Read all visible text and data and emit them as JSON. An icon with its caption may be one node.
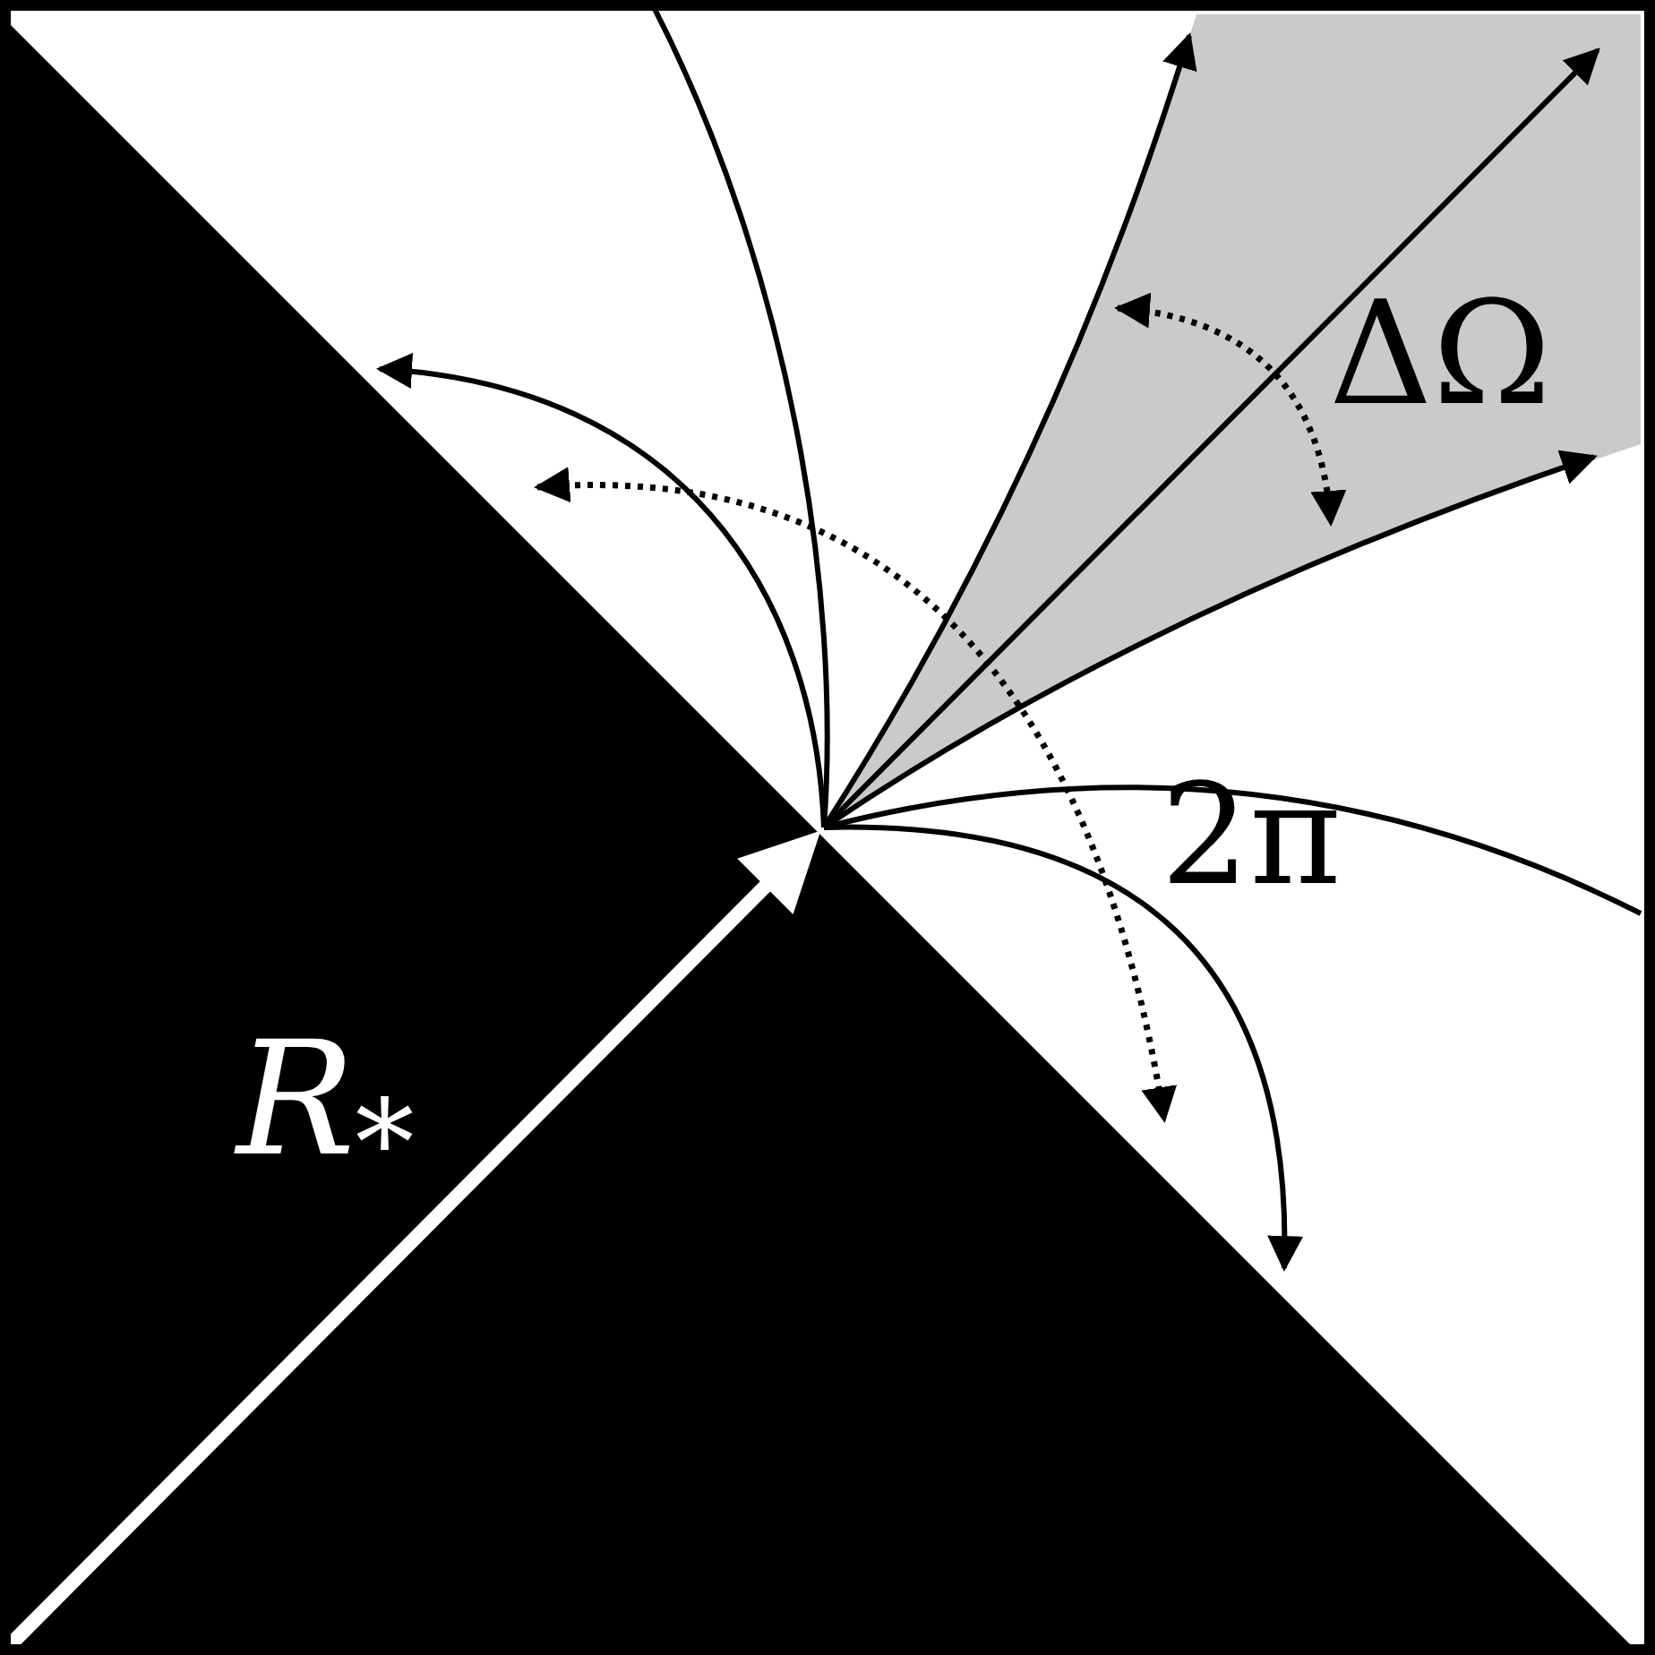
{
  "diagram": {
    "labels": [
      "ΔΩ",
      "2π",
      "*R*$_{*}$"
    ]
  }
}
